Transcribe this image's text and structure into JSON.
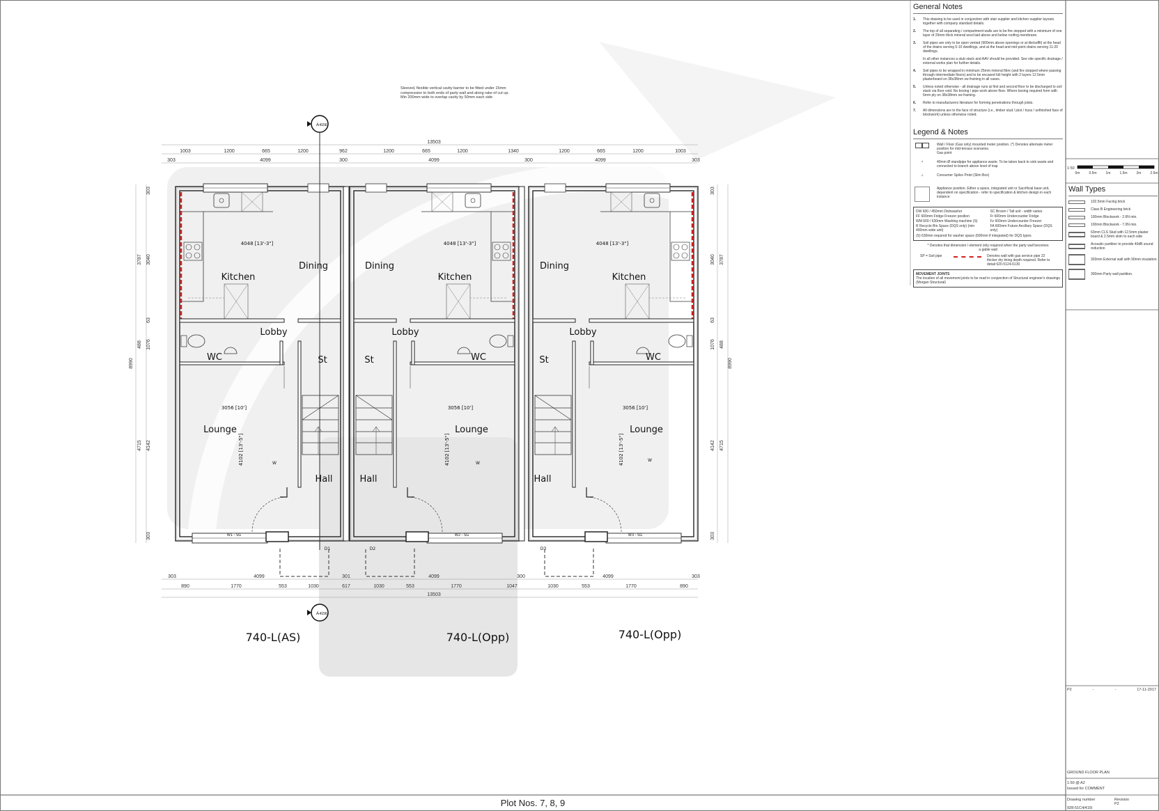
{
  "sheet": {
    "footer_title": "Plot Nos. 7, 8, 9"
  },
  "plots": [
    {
      "name": "740-L(AS)",
      "rooms": {
        "kitchen": "Kitchen",
        "dining": "Dining",
        "lobby": "Lobby",
        "wc": "WC",
        "store": "St",
        "lounge": "Lounge",
        "hall": "Hall"
      },
      "kitchen_dim": "4048 [13'-3\"]",
      "lounge_width": "3056 [10']",
      "lounge_depth": "4102 [13'-5\"]",
      "window_top": "W",
      "window_bottom": "W1 - SG",
      "door": "D1"
    },
    {
      "name": "740-L(Opp)",
      "rooms": {
        "kitchen": "Kitchen",
        "dining": "Dining",
        "lobby": "Lobby",
        "wc": "WC",
        "store": "St",
        "lounge": "Lounge",
        "hall": "Hall"
      },
      "kitchen_dim": "4048 [13'-3\"]",
      "lounge_width": "3056 [10']",
      "lounge_depth": "4102 [13'-5\"]",
      "window_top": "W",
      "window_bottom": "W2 - SG",
      "door": "D2"
    },
    {
      "name": "740-L(Opp)",
      "rooms": {
        "kitchen": "Kitchen",
        "dining": "Dining",
        "lobby": "Lobby",
        "wc": "WC",
        "store": "St",
        "lounge": "Lounge",
        "hall": "Hall"
      },
      "kitchen_dim": "4048 [13'-3\"]",
      "lounge_width": "3056 [10']",
      "lounge_depth": "4102 [13'-5\"]",
      "window_top": "W",
      "window_bottom": "W3 - SG",
      "door": "D3"
    }
  ],
  "section_marker": {
    "letter": "A",
    "ref": "4156"
  },
  "callout": "Sleeved, flexible vertical cavity barrier to be fitted under 15mm compression to both ends of party wall and along rake of cut up. Min 200mm wide to overlap cavity by 50mm each side",
  "dims": {
    "overall": "13503",
    "top_row1": [
      "1003",
      "1200",
      "665",
      "1200",
      "962",
      "1200",
      "665",
      "1200",
      "1340",
      "1200",
      "665",
      "1200",
      "1003"
    ],
    "top_row2": [
      "303",
      "4099",
      "300",
      "4099",
      "300",
      "4099",
      "303"
    ],
    "bottom_row1": [
      "303",
      "4099",
      "301",
      "4099",
      "300",
      "4099",
      "303"
    ],
    "bottom_row2": [
      "890",
      "1770",
      "553",
      "1030",
      "617",
      "1030",
      "553",
      "1770",
      "1047",
      "1030",
      "553",
      "1770",
      "890"
    ],
    "left": [
      "303",
      "3787",
      "3040",
      "63",
      "488",
      "1076",
      "8990",
      "4715",
      "4142",
      "303"
    ],
    "right": [
      "303",
      "3787",
      "3040",
      "63",
      "488",
      "1076",
      "8990",
      "4715",
      "4142",
      "303"
    ]
  },
  "general_notes": {
    "title": "General Notes",
    "items": [
      {
        "n": "1.",
        "t": "This drawing to be used in conjunction with stair supplier and kitchen supplier layouts together with company standard details."
      },
      {
        "n": "2.",
        "t": "The top of all separating / compartment walls are to be fire stopped with a minimum of one layer of 25mm thick mineral wool laid above and below roofing membrane."
      },
      {
        "n": "3.",
        "t": "Soil pipes are only to be open vented (900mm above openings or at tile/soffit) at the head of the drains serving 5-10 dwellings, and at the head and mid-point drains serving 11-20 dwellings."
      },
      {
        "n": "",
        "t": "In all other instances a stub stack and AAV should be provided. See site specific drainage / external works plan for further details."
      },
      {
        "n": "4.",
        "t": "Soil pipes to be wrapped in minimum 25mm mineral fibre (and fire stopped where passing through intermediate floors) and to be encased full height with 2 layers 12.5mm plasterboard on 38x38mm sw framing in all cases."
      },
      {
        "n": "5.",
        "t": "Unless noted otherwise - all drainage runs at first and second floor to be discharged to soil stack via floor void. No boxing / pipe work above floor. Where boxing required form with 6mm ply on 38x38mm sw framing."
      },
      {
        "n": "6.",
        "t": "Refer to manufacturers literature for forming penetrations through joists."
      },
      {
        "n": "7.",
        "t": "All dimensions are to the face of structure (i.e., timber stud / joist / truss / unfinished face of blockwork) unless otherwise noted."
      }
    ]
  },
  "legend": {
    "title": "Legend & Notes",
    "meter": "Wall / Floor (Gas only) mounted meter position. (*) Denotes alternate meter position for mid-terrace scenarios.",
    "gas_point": "Gas point",
    "standpipe": "40mm Ø standpipe for appliance waste. To be taken back to sink waste and connected to branch above level of trap",
    "splice": "Consumer Splice Point (Slim Box)",
    "appliance": "Appliance position. Either a space, integrated unit or Sacrificial base unit, dependent on specification - refer to specification & kitchen design in each instance",
    "abbreviations": [
      "DW  600 / 450mm Dishwasher",
      "SC  Broom / Tall unit - width varies",
      "FF  600mm Fridge Freezer position",
      "Fr  600mm Undercounter Fridge",
      "WM  600 / 630mm Washing machine (S)",
      "Fz  600mm Undercounter Freezer",
      "R  Recycle Bin Space (DQS only) (min 400mm wide unit)",
      "FA  600mm Future Ancillary Space (DQS only)"
    ],
    "washer_note": "(S) 630mm required for washer space (600mm if integrated) for DQS types",
    "gable_note": "* Denotes that dimension / element only required when the party wall becomes a gable wall",
    "soil_pipe": "SP = Soil pipe",
    "gas_wall": "Denotes wall with gas service pipe 22 thicker dry lining depth required. Refer to detail 620-5124-6130",
    "movement_title": "MOVEMENT JOINTS",
    "movement_text": "The location of all movement joints to be read in conjunction of Structural engineer's drawings (Morgan Structural)"
  },
  "scale_bar": {
    "scale": "1:50",
    "ticks": [
      "0m",
      "0.5m",
      "1m",
      "1.5m",
      "2m",
      "2.5m"
    ]
  },
  "wall_types": {
    "title": "Wall Types",
    "items": [
      "102.5mm Facing brick",
      "Class B Engineering brick",
      "100mm Blockwork - 2.6N min.",
      "100mm Blockwork - 7.0N min.",
      "63mm CLS Stud with 12.5mm plaster board & 2.5mm skim to each side",
      "Acoustic partition to provide 40dB sound reduction",
      "303mm External wall with 90mm insulation.",
      "300mm Party wall partition."
    ]
  },
  "title_block": {
    "revision_row": [
      "P2",
      "-",
      "-",
      "17-11-2017"
    ],
    "drawing_title": "GROUND FLOOR PLAN",
    "scale": "1:50 @ A2",
    "status": "Issued for COMMENT",
    "drawing_number_label": "Drawing number",
    "drawing_number": "928-51C4/415I",
    "revision_label": "Revision",
    "revision": "P2"
  },
  "colors": {
    "gas_wall": "#d42020",
    "watermark": "#e9e9e9",
    "line": "#222222"
  }
}
